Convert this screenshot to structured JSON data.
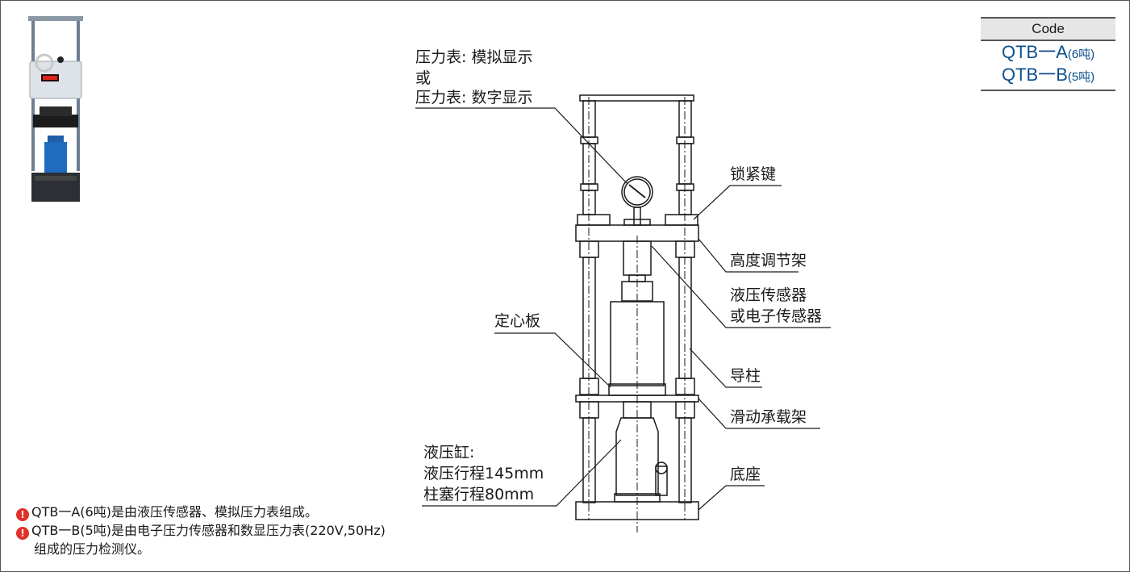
{
  "code_table": {
    "header": "Code",
    "rows": [
      {
        "code": "QTB一A",
        "tons": "(6吨)"
      },
      {
        "code": "QTB一B",
        "tons": "(5吨)"
      }
    ]
  },
  "labels": {
    "gauge_line1": "压力表: 模拟显示",
    "gauge_line2": "或",
    "gauge_line3": "压力表: 数字显示",
    "lock_key": "锁紧键",
    "height_frame": "高度调节架",
    "sensor_line1": "液压传感器",
    "sensor_line2": "或电子传感器",
    "centering_plate": "定心板",
    "guide_post": "导柱",
    "sliding_frame": "滑动承载架",
    "cylinder_line1": "液压缸:",
    "cylinder_line2": "液压行程145mm",
    "cylinder_line3": "柱塞行程80mm",
    "base": "底座"
  },
  "notes": [
    {
      "icon": "info-icon",
      "text": "QTB一A(6吨)是由液压传感器、模拟压力表组成。"
    },
    {
      "icon": "info-icon",
      "text": "QTB一B(5吨)是由电子压力传感器和数显压力表(220V,50Hz)"
    },
    {
      "icon": "",
      "text": "组成的压力检测仪。"
    }
  ],
  "colors": {
    "code_blue": "#0d4f8b",
    "note_icon_red": "#e0302a",
    "line": "#1a1a1a"
  }
}
